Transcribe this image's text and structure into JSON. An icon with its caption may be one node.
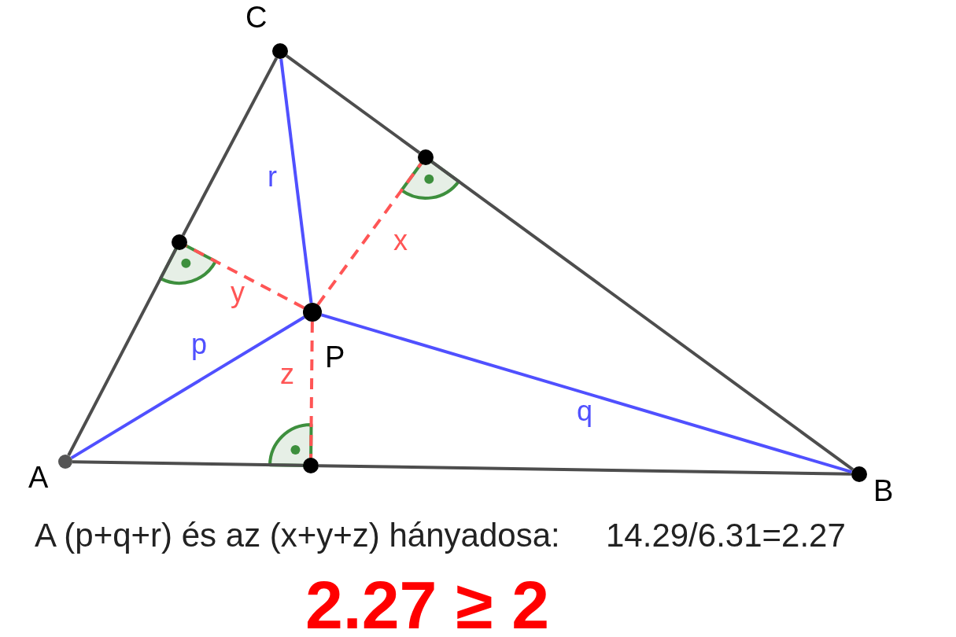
{
  "diagram": {
    "nodes": [
      {
        "text": [],
        "shape": "circle",
        "beside": [
          "A"
        ]
      },
      {
        "text": [],
        "shape": "circle",
        "beside": [
          "B"
        ]
      },
      {
        "text": [],
        "shape": "circle",
        "beside": [
          "C"
        ]
      },
      {
        "text": [],
        "shape": "circle",
        "beside": [
          "P"
        ]
      },
      {
        "text": [],
        "shape": "circle"
      },
      {
        "text": [],
        "shape": "circle"
      },
      {
        "text": [],
        "shape": "circle"
      }
    ],
    "edges": [
      {
        "from": 2,
        "to": 4,
        "arrow": "none"
      },
      {
        "from": 4,
        "to": 0,
        "arrow": "none"
      },
      {
        "from": 0,
        "to": 6,
        "arrow": "none"
      },
      {
        "from": 6,
        "to": 1,
        "arrow": "none"
      },
      {
        "from": 1,
        "to": 5,
        "arrow": "none"
      },
      {
        "from": 5,
        "to": 2,
        "arrow": "none"
      },
      {
        "from": 3,
        "to": 0,
        "arrow": "none",
        "label": "p",
        "color": "#5050ff"
      },
      {
        "from": 3,
        "to": 1,
        "arrow": "none",
        "label": "q",
        "color": "#5050ff"
      },
      {
        "from": 3,
        "to": 2,
        "arrow": "none",
        "label": "r",
        "color": "#5050ff"
      },
      {
        "from": 3,
        "to": 5,
        "arrow": "none",
        "label": "x",
        "style": "dashed",
        "color": "#ff5555"
      },
      {
        "from": 3,
        "to": 4,
        "arrow": "none",
        "label": "y",
        "style": "dashed",
        "color": "#ff5555"
      },
      {
        "from": 3,
        "to": 6,
        "arrow": "none",
        "label": "z",
        "style": "dashed",
        "color": "#ff5555"
      }
    ],
    "labels": [
      "A (p+q+r) és az (x+y+z) hányadosa:",
      "14.29/6.31=2.27",
      "2.27 ≥ 2"
    ]
  }
}
